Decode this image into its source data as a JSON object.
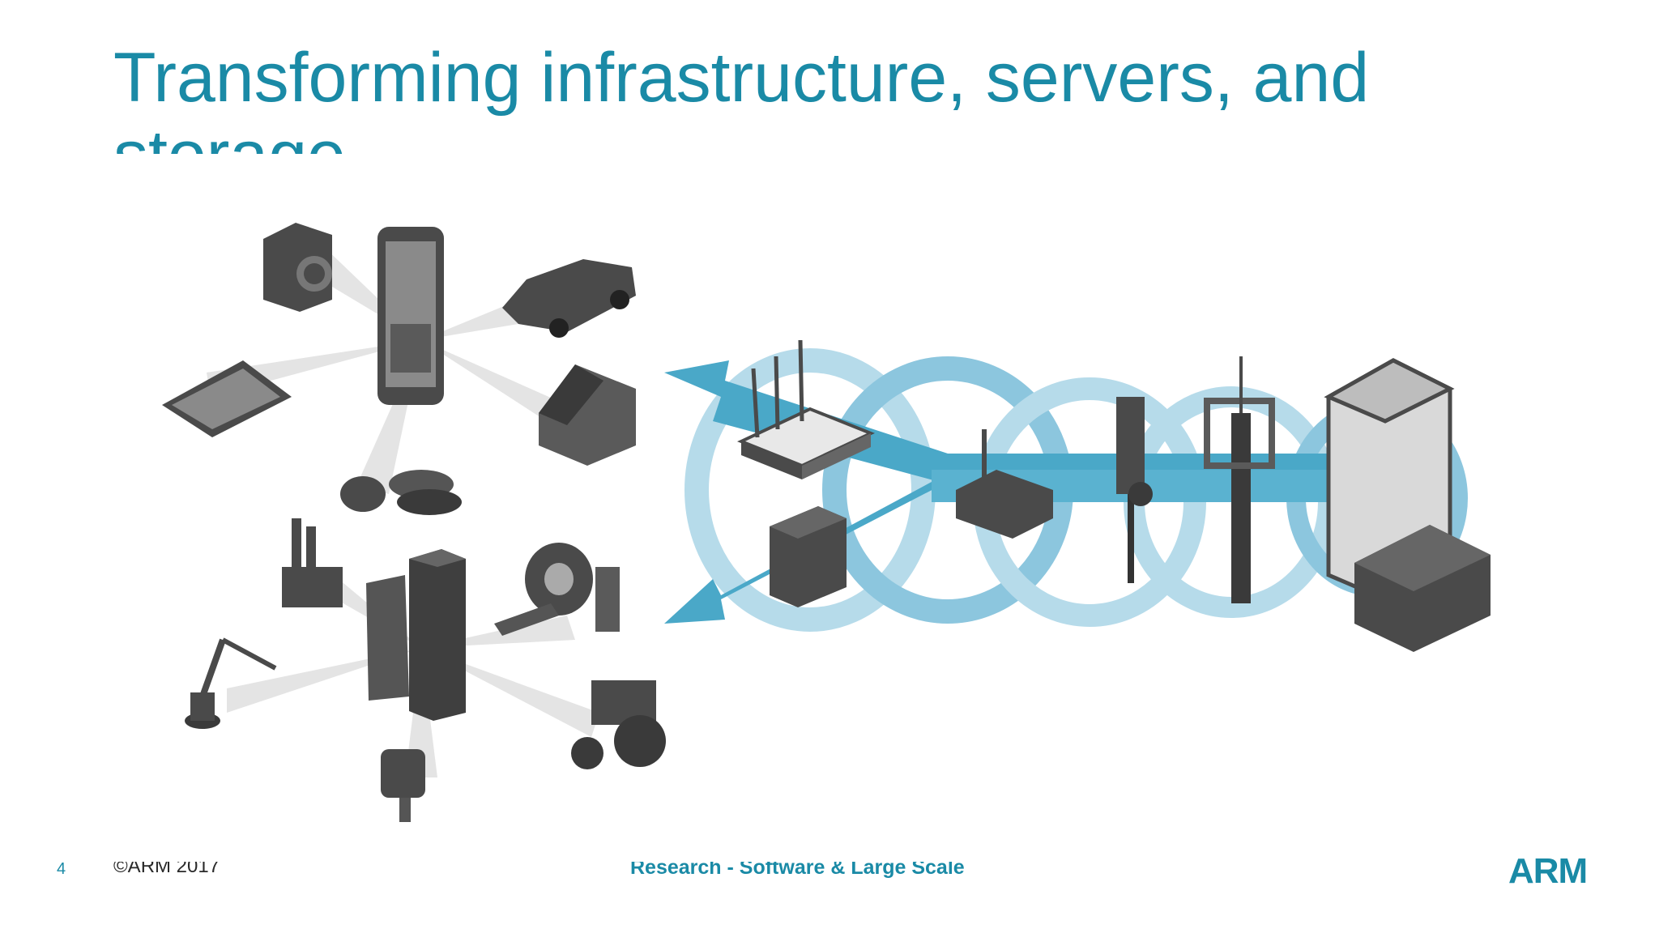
{
  "slide": {
    "title": "Transforming infrastructure, servers, and storage",
    "number": "4",
    "copyright": "©ARM 2017",
    "footer_center": "Research - Software & Large Scale Systems",
    "logo": "ARM"
  },
  "diagram": {
    "icons": [
      "washing-machine-icon",
      "smartphone-icon",
      "car-icon",
      "tablet-icon",
      "house-icon",
      "smartwatch-shoes-icon",
      "factory-icon",
      "office-buildings-icon",
      "mri-scanner-icon",
      "robot-arm-icon",
      "tractor-icon",
      "wearable-camera-icon",
      "wifi-router-icon",
      "modem-icon",
      "gateway-icon",
      "small-cell-antenna-icon",
      "cell-tower-icon",
      "server-rack-icon"
    ],
    "colors": {
      "flow": "#4aa8c8",
      "flow_light": "#a9d4e6",
      "device": "#4a4a4a",
      "beam": "#e4e4e4",
      "accent": "#1a8aa6"
    }
  }
}
